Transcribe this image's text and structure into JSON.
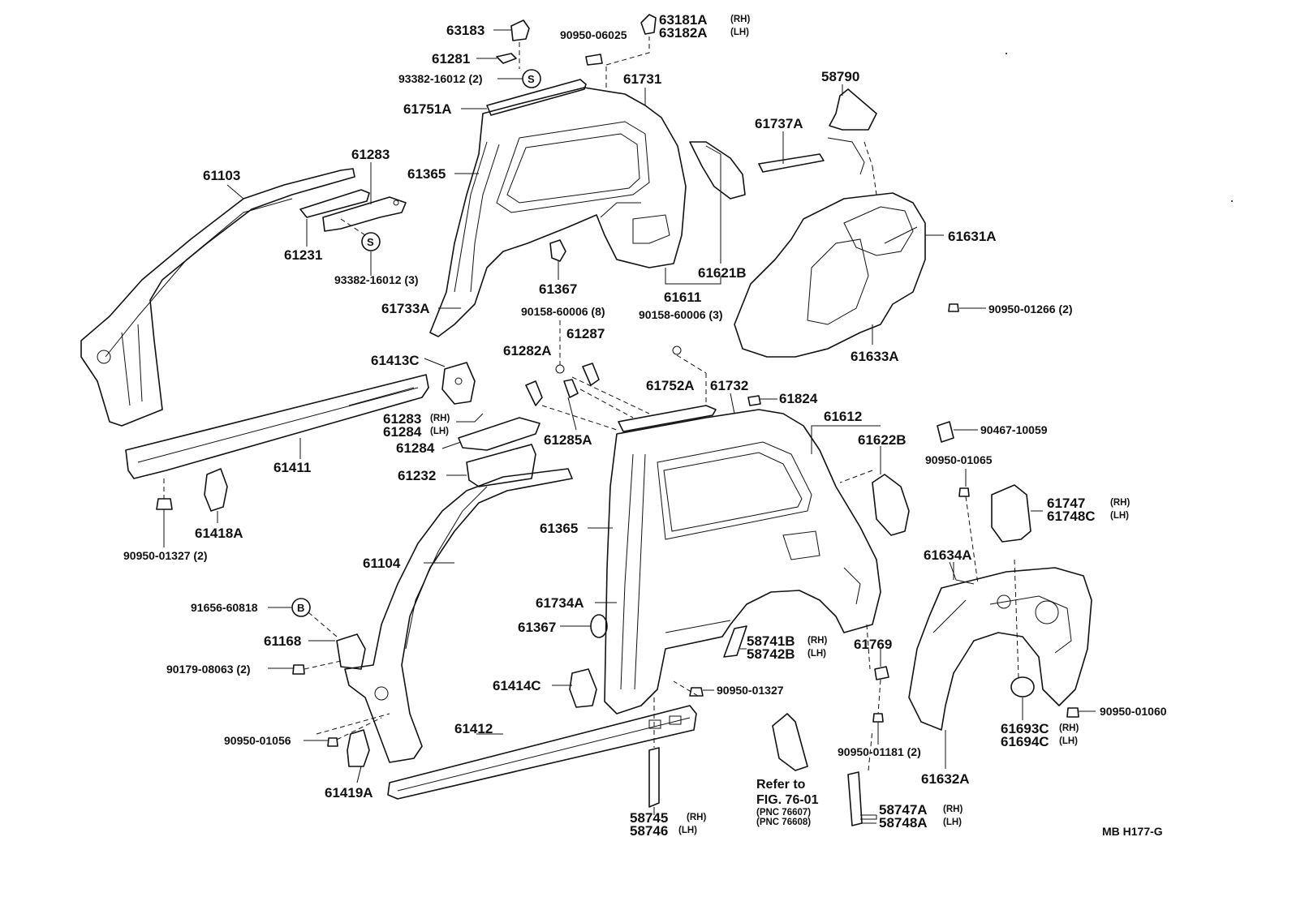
{
  "labels": {
    "p63183": "63183",
    "p90950_06025": "90950-06025",
    "p63181A": "63181A",
    "p63182A": "63182A",
    "p61281": "61281",
    "p93382_16012_2": "93382-16012 (2)",
    "p61731": "61731",
    "p61751A": "61751A",
    "p58790": "58790",
    "p61737A": "61737A",
    "p61103": "61103",
    "p61283_top": "61283",
    "p61365_top": "61365",
    "p61231": "61231",
    "p93382_16012_3": "93382-16012 (3)",
    "p61367_top": "61367",
    "p61621B": "61621B",
    "p61611": "61611",
    "p61631A": "61631A",
    "p90950_01266": "90950-01266 (2)",
    "p61733A": "61733A",
    "p90158_60006_8": "90158-60006 (8)",
    "p90158_60006_3": "90158-60006 (3)",
    "p61287": "61287",
    "p61633A": "61633A",
    "p61413C": "61413C",
    "p61282A": "61282A",
    "p61752A": "61752A",
    "p61732": "61732",
    "p61824": "61824",
    "p61283_rh": "61283",
    "p61284_lh": "61284",
    "p61284": "61284",
    "p61285A": "61285A",
    "p61612": "61612",
    "p61622B": "61622B",
    "p90467_10059": "90467-10059",
    "p61411": "61411",
    "p61232": "61232",
    "p90950_01065": "90950-01065",
    "p61747": "61747",
    "p61748C": "61748C",
    "p61418A": "61418A",
    "p61365_mid": "61365",
    "p90950_01327_2": "90950-01327 (2)",
    "p61104": "61104",
    "p61634A": "61634A",
    "p91656_60818": "91656-60818",
    "p61734A": "61734A",
    "p61367_mid": "61367",
    "p61168": "61168",
    "p58741B": "58741B",
    "p58742B": "58742B",
    "p61769": "61769",
    "p90179_08063": "90179-08063 (2)",
    "p61414C": "61414C",
    "p90950_01327": "90950-01327",
    "p90950_01060": "90950-01060",
    "p61693C": "61693C",
    "p61694C": "61694C",
    "p61412": "61412",
    "p90950_01056": "90950-01056",
    "p90950_01181": "90950-01181 (2)",
    "p61632A": "61632A",
    "p61419A": "61419A",
    "p58745": "58745",
    "p58746": "58746",
    "p58747A": "58747A",
    "p58748A": "58748A",
    "refer_line1": "Refer to",
    "refer_line2": "FIG. 76-01",
    "refer_line3": "(PNC 76607)",
    "refer_line4": "(PNC 76608)",
    "footer_code": "MB  H177-G"
  },
  "tags": {
    "rh": "(RH)",
    "lh": "(LH)"
  },
  "symbols": {
    "s": "S",
    "b": "B"
  }
}
